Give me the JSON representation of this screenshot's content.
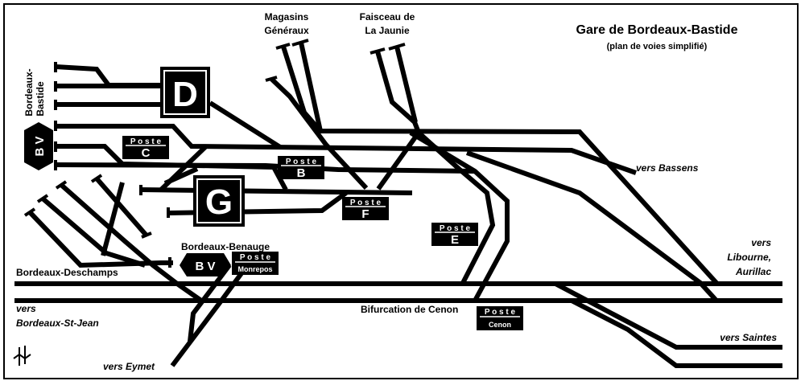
{
  "title": "Gare de Bordeaux-Bastide",
  "subtitle": "(plan de voies simplifié)",
  "yards": {
    "magasins_line1": "Magasins",
    "magasins_line2": "Généraux",
    "faisceau_line1": "Faisceau de",
    "faisceau_line2": "La Jaunie"
  },
  "stations": {
    "bastide_line1": "Bordeaux-",
    "bastide_line2": "Bastide",
    "bv": "B V",
    "benauge": "Bordeaux-Benauge",
    "deschamps": "Bordeaux-Deschamps",
    "bifurcation": "Bifurcation de Cenon"
  },
  "postes": {
    "word": "P o s t e",
    "c": "C",
    "b": "B",
    "f": "F",
    "e": "E",
    "monrepos": "Monrepos",
    "cenon": "Cenon"
  },
  "buildings": {
    "d": "D",
    "g": "G"
  },
  "destinations": {
    "bassens": "vers Bassens",
    "libourne_line1": "vers",
    "libourne_line2": "Libourne,",
    "libourne_line3": "Aurillac",
    "saintes": "vers Saintes",
    "stjean_line1": "vers",
    "stjean_line2": "Bordeaux-St-Jean",
    "eymet": "vers Eymet"
  },
  "colors": {
    "track": "#000000",
    "background": "#ffffff",
    "box_text": "#ffffff"
  }
}
